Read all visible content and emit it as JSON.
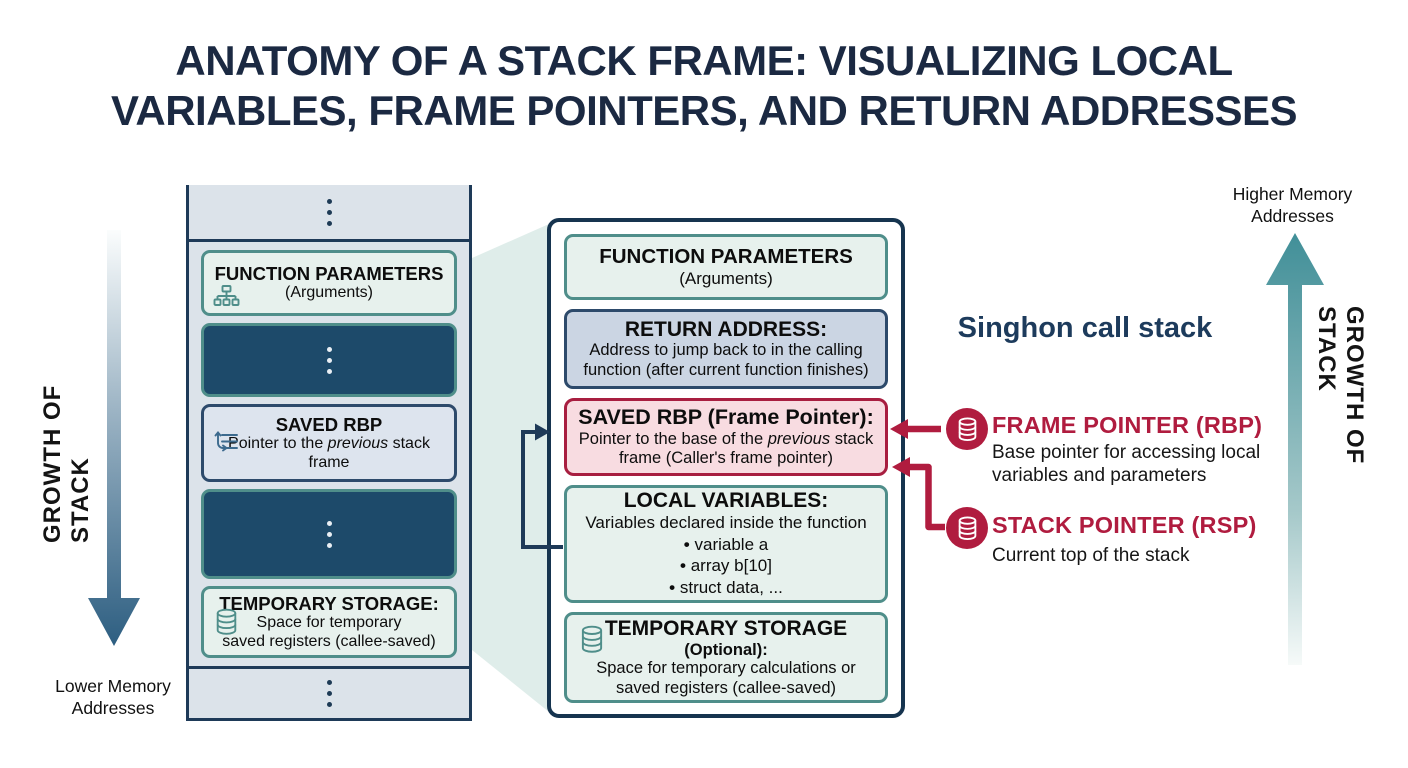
{
  "title": {
    "line1": "ANATOMY OF A STACK FRAME: VISUALIZING LOCAL",
    "line2": "VARIABLES, FRAME POINTERS, AND RETURN ADDRESSES"
  },
  "left_side": {
    "growth_label": "GROWTH OF STACK",
    "memory_line1": "Lower Memory",
    "memory_line2": "Addresses",
    "arrow_direction": "down"
  },
  "right_side": {
    "growth_label": "GROWTH OF STACK",
    "memory_line1": "Higher Memory",
    "memory_line2": "Addresses",
    "arrow_direction": "up",
    "call_stack_label": "Singhon call stack",
    "frame_pointer": {
      "icon": "database-icon",
      "title": "FRAME POINTER (RBP)",
      "desc_line1": "Base pointer for accessing local",
      "desc_line2": "variables and parameters"
    },
    "stack_pointer": {
      "icon": "database-icon",
      "title": "STACK POINTER (RSP)",
      "desc": "Current top of the stack"
    }
  },
  "stack_column": {
    "function_parameters": {
      "icon": "sitemap-icon",
      "title": "FUNCTION PARAMETERS",
      "subtitle": "(Arguments)"
    },
    "saved_rbp": {
      "icon": "list-restore-icon",
      "title": "SAVED RBP",
      "desc_pre": "Pointer to the ",
      "desc_italic": "previous",
      "desc_post": " stack frame"
    },
    "temporary_storage": {
      "icon": "database-icon",
      "title": "TEMPORARY STORAGE:",
      "desc_line1": "Space for temporary",
      "desc_line2": "saved registers (callee-saved)"
    }
  },
  "detail_frame": {
    "function_parameters": {
      "title": "FUNCTION PARAMETERS",
      "subtitle": "(Arguments)"
    },
    "return_address": {
      "title": "RETURN ADDRESS:",
      "desc": "Address to jump back to in the calling function (after current function finishes)"
    },
    "saved_rbp": {
      "title": "SAVED RBP (Frame Pointer):",
      "desc_pre": "Pointer to the base of the ",
      "desc_italic": "previous",
      "desc_post": " stack frame (Caller's frame pointer)"
    },
    "local_variables": {
      "title": "LOCAL VARIABLES:",
      "desc": "Variables declared inside the function",
      "bullets": [
        "variable a",
        "array b[10]",
        "struct data, ..."
      ]
    },
    "temporary_storage": {
      "icon": "database-icon",
      "title": "TEMPORARY STORAGE",
      "subtitle": "(Optional):",
      "desc": "Space for temporary calculations or saved registers (callee-saved)"
    }
  },
  "colors": {
    "title_navy": "#1b2942",
    "frame_border_navy": "#16344f",
    "teal_border": "#4f8e8a",
    "mint_fill": "#e7f1ed",
    "dark_cell_fill": "#1d4a6a",
    "steel_fill": "#dde4ee",
    "return_address_fill": "#cbd5e3",
    "red_fill": "#f8dce1",
    "crimson_accent": "#b01c3f",
    "column_fill": "#dce3ea",
    "down_arrow_dark": "#2d5e81",
    "up_arrow_teal": "#418f98"
  }
}
